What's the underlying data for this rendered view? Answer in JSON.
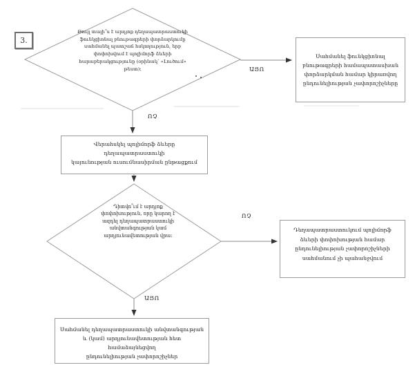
{
  "flowchart": {
    "step_number": "3.",
    "nodes": {
      "decision_performance_testing": {
        "lines": [
          "Թույլ տալի՞ս է արդյոք դեղապատրաստուկի",
          "ֆունկցիոնալ բնութագրերի փորձարկումը",
          "սահմանել պատշաճ հսկողություն, երբ",
          "փոփոխվում է պոլիմորֆ ձևերի",
          "հարաբերակցությունը (օրինակ՝ «Լուծում»",
          "թեստ):"
        ]
      },
      "outcome_set_functional_criteria": {
        "lines": [
          "Սահմանել ֆունկցիոնալ",
          "բնութագրերի համապատասխան",
          "փորձարկման համար կիրառվող",
          "ընդունելիության չափորոշիչները"
        ]
      },
      "process_monitor_stability": {
        "lines": [
          "Վերահսկել պոլիմորֆ ձևերը դեղապատրաստուկի",
          "կայունության ուսումնասիրման ընթացքում"
        ]
      },
      "decision_change_observed": {
        "lines": [
          "Դիտվո՞ւմ է արդյոք",
          "փոփոխություն, որը կարող է",
          "ազդել դեղապատրաստուկի",
          "անվտանգության կամ",
          "արդյունավետության վրա:"
        ]
      },
      "outcome_no_criteria_needed": {
        "lines": [
          "Դեղապատրաստուկում պոլիմորֆ",
          "ձևերի փոփոխության համար",
          "ընդունելիության չափորոշիչների",
          "սահմանում չի պահանջվում"
        ]
      },
      "outcome_set_safety_criteria": {
        "lines": [
          "Սահմանել դեղապատրաստուկի անվտանգության",
          "և (կամ) արդյունավետության հետ համաձայնեցվող",
          "ընդունելիության չափորոշիչներ"
        ]
      }
    },
    "edge_labels": {
      "yes_top": "ԱՅՈ",
      "no_top": "ՈՉ",
      "no_bottom": "ՈՉ",
      "yes_bottom": "ԱՅՈ"
    },
    "colors": {
      "shape_stroke": "#9b9b9b",
      "arrow_line": "#8a8a8a",
      "arrowhead": "#333333",
      "text": "#1c1c1c",
      "background": "#ffffff"
    }
  }
}
